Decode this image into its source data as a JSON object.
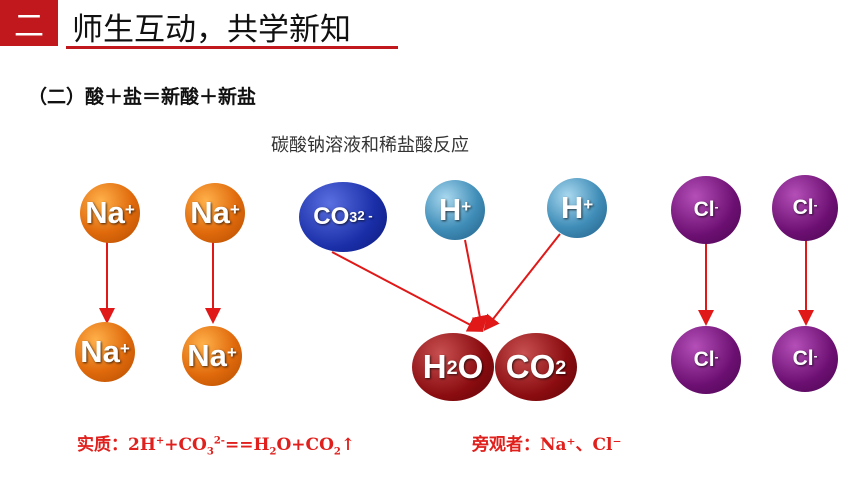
{
  "header": {
    "number": "二",
    "title": "师生互动，共学新知"
  },
  "subhead": "（二）酸＋盐＝新酸＋新盐",
  "caption": "碳酸钠溶液和稀盐酸反应",
  "ions": {
    "na_label": "Na",
    "na_charge": "+",
    "h_label": "H",
    "h_charge": "+",
    "co3_label": "CO",
    "co3_sub": "3",
    "co3_charge": "2 -",
    "cl_label": "Cl",
    "cl_charge": "-"
  },
  "products": {
    "h2o_a": "H",
    "h2o_sub": "2",
    "h2o_b": "O",
    "co2_a": "CO",
    "co2_sub": "2"
  },
  "essence": {
    "prefix": "实质：2H",
    "h_sup": "+",
    "mid": "+CO",
    "co3_sub": "3",
    "co3_sup": "2-",
    "eq": "==H",
    "h2o_sub": "2",
    "o_part": "O+CO",
    "co2_sub": "2",
    "arrow": "↑"
  },
  "spectator": "旁观者：Na⁺、Cl⁻",
  "colors": {
    "accent": "#c0181c",
    "arrow": "#e01818",
    "note": "#e0201c"
  }
}
